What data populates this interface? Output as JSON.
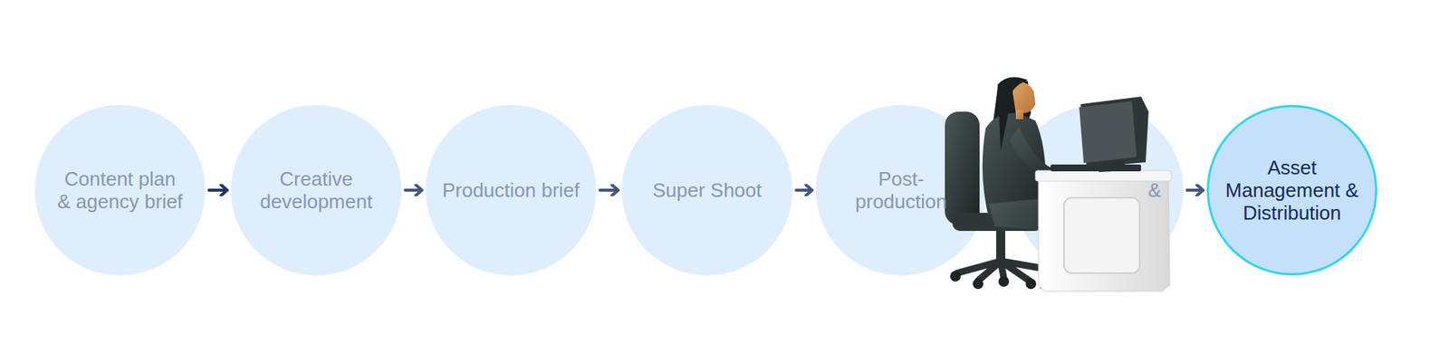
{
  "diagram": {
    "nodes": [
      {
        "text": [
          "Content plan & agency brief"
        ]
      },
      {
        "text": [
          "Creative development"
        ]
      },
      {
        "text": [
          "Production brief"
        ]
      },
      {
        "text": [
          "Super Shoot"
        ]
      },
      {
        "text": [
          "Post-production"
        ]
      },
      {
        "text": [
          "&"
        ]
      },
      {
        "text": [
          "Asset Management & Distribution"
        ]
      }
    ],
    "edges": [
      {
        "from": 0,
        "to": 1,
        "arrow": "to"
      },
      {
        "from": 1,
        "to": 2,
        "arrow": "to"
      },
      {
        "from": 2,
        "to": 3,
        "arrow": "to"
      },
      {
        "from": 3,
        "to": 4,
        "arrow": "to"
      },
      {
        "from": 4,
        "to": 5,
        "arrow": "to"
      },
      {
        "from": 5,
        "to": 6,
        "arrow": "to"
      }
    ]
  }
}
